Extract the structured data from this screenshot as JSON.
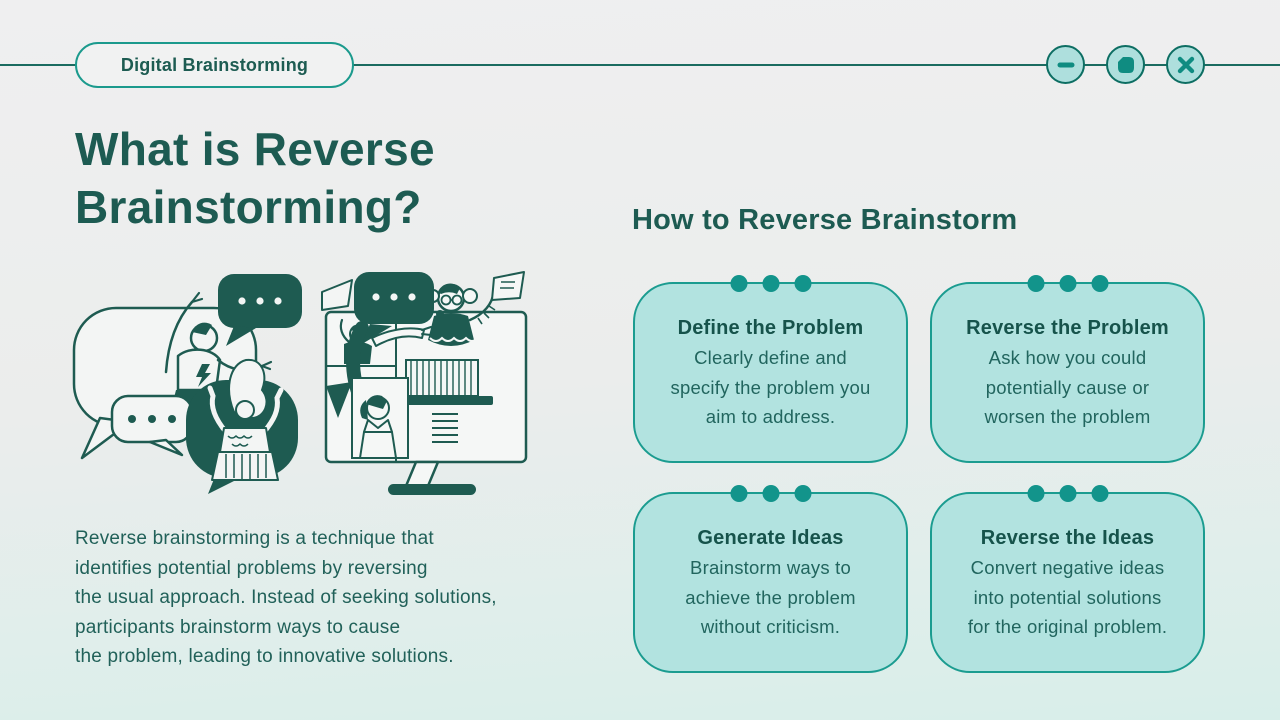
{
  "header": {
    "badge_label": "Digital Brainstorming",
    "window_controls": {
      "minimize": "minimize-button",
      "maximize": "maximize-button",
      "close": "close-button"
    }
  },
  "main": {
    "title_lines": [
      "What is Reverse",
      "Brainstorming?"
    ],
    "description_lines": [
      "Reverse brainstorming is a technique that",
      "identifies potential problems by reversing",
      "the usual approach. Instead of seeking solutions,",
      "participants brainstorm ways to cause",
      "the problem, leading to innovative solutions."
    ]
  },
  "steps": {
    "title": "How to Reverse Brainstorm",
    "cards": [
      {
        "title": "Define the Problem",
        "body_lines": [
          "Clearly define and",
          "specify the problem you",
          "aim to address."
        ]
      },
      {
        "title": "Reverse the Problem",
        "body_lines": [
          "Ask how you could",
          "potentially cause or",
          "worsen the problem"
        ]
      },
      {
        "title": "Generate Ideas",
        "body_lines": [
          "Brainstorm ways to",
          "achieve the problem",
          "without criticism."
        ]
      },
      {
        "title": "Reverse the Ideas",
        "body_lines": [
          "Convert negative ideas",
          "into potential solutions",
          "for the original problem."
        ]
      }
    ]
  },
  "icons": {
    "minimize": "minus-bar",
    "maximize": "rounded-square",
    "close": "x-cross",
    "speech_bubble": "ellipsis-dots"
  },
  "colors": {
    "dark_teal_text": "#1d5b52",
    "body_text": "#216159",
    "card_fill": "#b2e3e0",
    "card_border": "#1b9c90",
    "card_dot": "#12948b",
    "control_fill": "#aedfdd",
    "control_border": "#0d6e63",
    "control_icon": "#0f8c81",
    "header_line": "#1a6b60",
    "bg_top": "#efeff0",
    "bg_bottom": "#d8eeea"
  }
}
